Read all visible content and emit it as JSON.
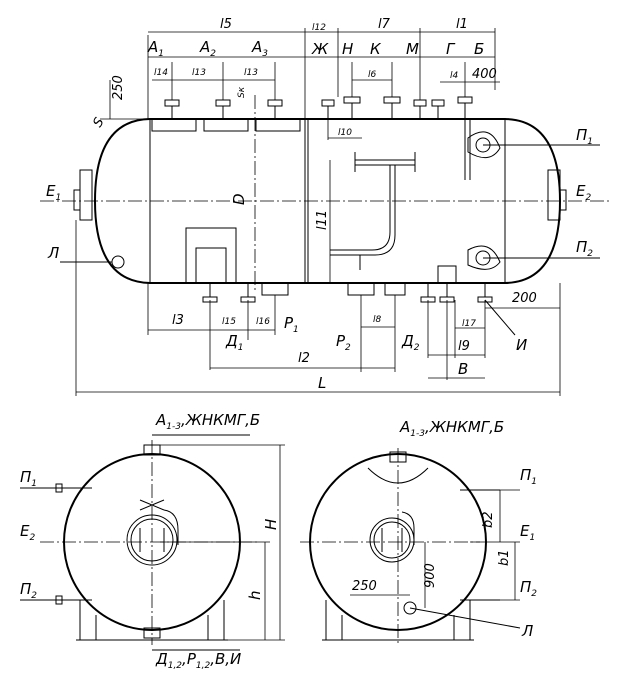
{
  "top_view": {
    "top_dims": {
      "l5": "l5",
      "l12": "l12",
      "l7": "l7",
      "l1": "l1",
      "l14": "l14",
      "l13a": "l13",
      "l13b": "l13",
      "l6": "l6",
      "l4": "l4",
      "d400": "400"
    },
    "nozzles_top": [
      {
        "letter": "А",
        "index": "1"
      },
      {
        "letter": "А",
        "index": "2"
      },
      {
        "letter": "А",
        "index": "3"
      },
      {
        "letter": "Ж",
        "index": ""
      },
      {
        "letter": "Н",
        "index": ""
      },
      {
        "letter": "К",
        "index": ""
      },
      {
        "letter": "М",
        "index": ""
      },
      {
        "letter": "Г",
        "index": ""
      },
      {
        "letter": "Б",
        "index": ""
      }
    ],
    "left_dim": "250",
    "s_label": "S",
    "sk_label": "Sк",
    "d_label": "D",
    "l10": "l10",
    "l11": "l11",
    "e1": {
      "letter": "Е",
      "index": "1"
    },
    "e2": {
      "letter": "Е",
      "index": "2"
    },
    "l_left": "Л",
    "p1": {
      "letter": "П",
      "index": "1"
    },
    "p2": {
      "letter": "П",
      "index": "2"
    },
    "dim_200": "200",
    "bottom_dims": {
      "l3": "l3",
      "l15": "l15",
      "l16": "l16",
      "l8": "l8",
      "l17": "l17",
      "l9": "l9",
      "l2": "l2",
      "L": "L"
    },
    "bottom_nozzles": [
      {
        "letter": "Д",
        "index": "1"
      },
      {
        "letter": "Р",
        "index": "1"
      },
      {
        "letter": "Р",
        "index": "2"
      },
      {
        "letter": "Д",
        "index": "2"
      },
      {
        "letter": "И",
        "index": ""
      },
      {
        "letter": "В",
        "index": ""
      }
    ]
  },
  "left_view": {
    "top_label": {
      "main": "А",
      "index": "1-3",
      "rest": ",ЖНКМГ,Б"
    },
    "p1": {
      "letter": "П",
      "index": "1"
    },
    "e2": {
      "letter": "Е",
      "index": "2"
    },
    "p2": {
      "letter": "П",
      "index": "2"
    },
    "H": "H",
    "h": "h",
    "bottom_label": {
      "a": "Д",
      "ai": "1,2",
      "b": ",Р",
      "bi": "1,2",
      "c": ",В,И"
    }
  },
  "right_view": {
    "top_label": {
      "main": "А",
      "index": "1-3",
      "rest": ",ЖНКМГ,Б"
    },
    "p1": {
      "letter": "П",
      "index": "1"
    },
    "e1": {
      "letter": "Е",
      "index": "1"
    },
    "p2": {
      "letter": "П",
      "index": "2"
    },
    "b2": "b2",
    "b1": "b1",
    "d250": "250",
    "d900": "900",
    "l_label": "Л"
  }
}
